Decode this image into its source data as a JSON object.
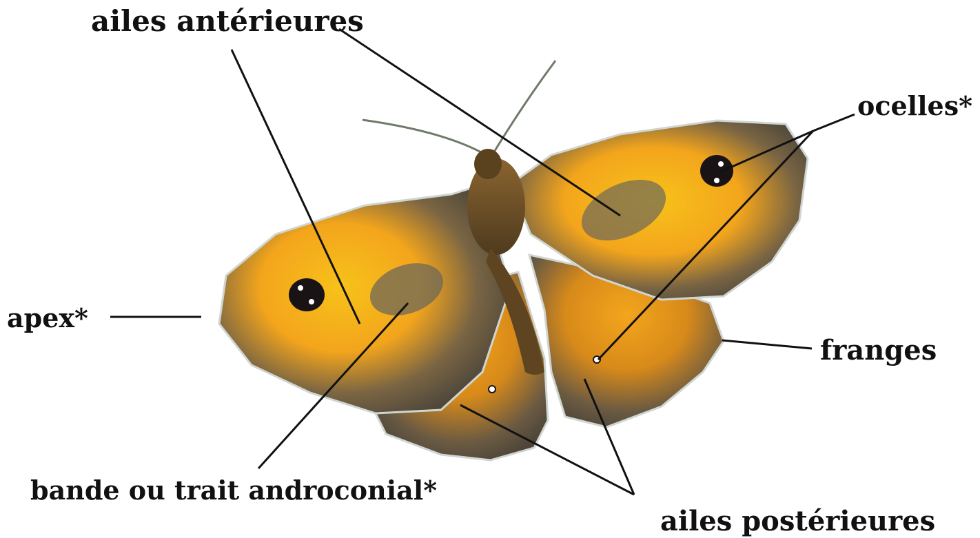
{
  "labels": {
    "ailes_anterieures": "ailes antérieures",
    "ocelles": "ocelles*",
    "apex": "apex*",
    "franges": "franges",
    "bande": "bande ou trait androconial*",
    "ailes_posterieures": "ailes postérieures"
  },
  "colors": {
    "wing_orange": "#f3a51c",
    "wing_yellow": "#f7c21a",
    "wing_border": "#5b5040",
    "androconial_patch": "#6e6858",
    "body_brown": "#6b4a22",
    "eyespot": "#1a1316",
    "fringe": "#cfd6d2",
    "leader_line": "#111111"
  }
}
